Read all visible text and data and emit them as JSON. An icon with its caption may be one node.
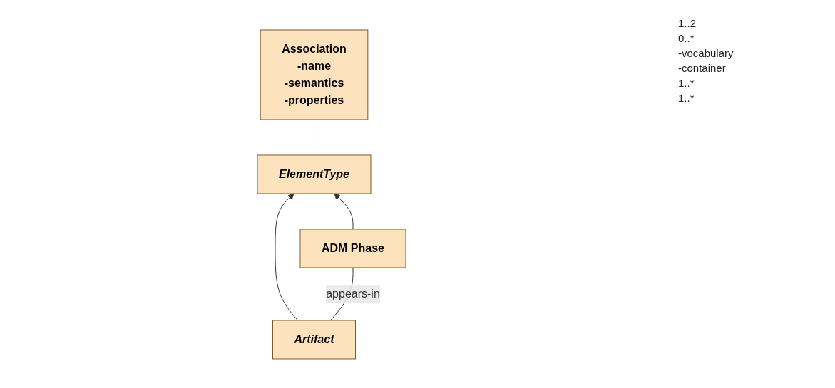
{
  "diagram": {
    "nodes": [
      {
        "text": [
          "ElementType"
        ]
      },
      {
        "text": [
          "Association",
          "-name",
          "-semantics",
          "-properties"
        ]
      },
      {
        "text": [
          "Artifact"
        ]
      },
      {
        "text": [
          "ADM Phase"
        ]
      }
    ],
    "edges": [
      {
        "from": 0,
        "to": 1,
        "arrow": "none"
      },
      {
        "from": 2,
        "to": 0,
        "arrow": "to"
      },
      {
        "from": 3,
        "to": 0,
        "arrow": "to"
      },
      {
        "from": 2,
        "to": 3,
        "arrow": "none",
        "label": "appears-in"
      }
    ],
    "labels": [
      "1..2",
      "0..*",
      "-vocabulary",
      "-container",
      "1..*",
      "1..*"
    ]
  }
}
